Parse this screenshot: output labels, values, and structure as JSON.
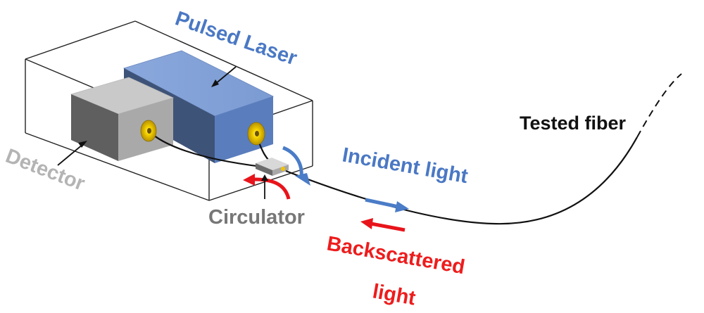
{
  "labels": {
    "pulsed_laser": "Pulsed Laser",
    "tested_fiber": "Tested fiber",
    "incident_light": "Incident light",
    "detector": "Detector",
    "circulator": "Circulator",
    "backscattered_line1": "Backscattered",
    "backscattered_line2": "light"
  },
  "colors": {
    "pulsed_laser_text": "#4a78c4",
    "incident_light_text": "#4a78c4",
    "tested_fiber_text": "#111111",
    "detector_text": "#b4b4b4",
    "circulator_text": "#777777",
    "backscattered_text": "#ee1c1c",
    "laser_block": "#7191c9",
    "detector_block": "#a9a9a9",
    "blue_arrow": "#4a7cc7",
    "red_arrow": "#e8141b",
    "lens": "#f2c200"
  }
}
